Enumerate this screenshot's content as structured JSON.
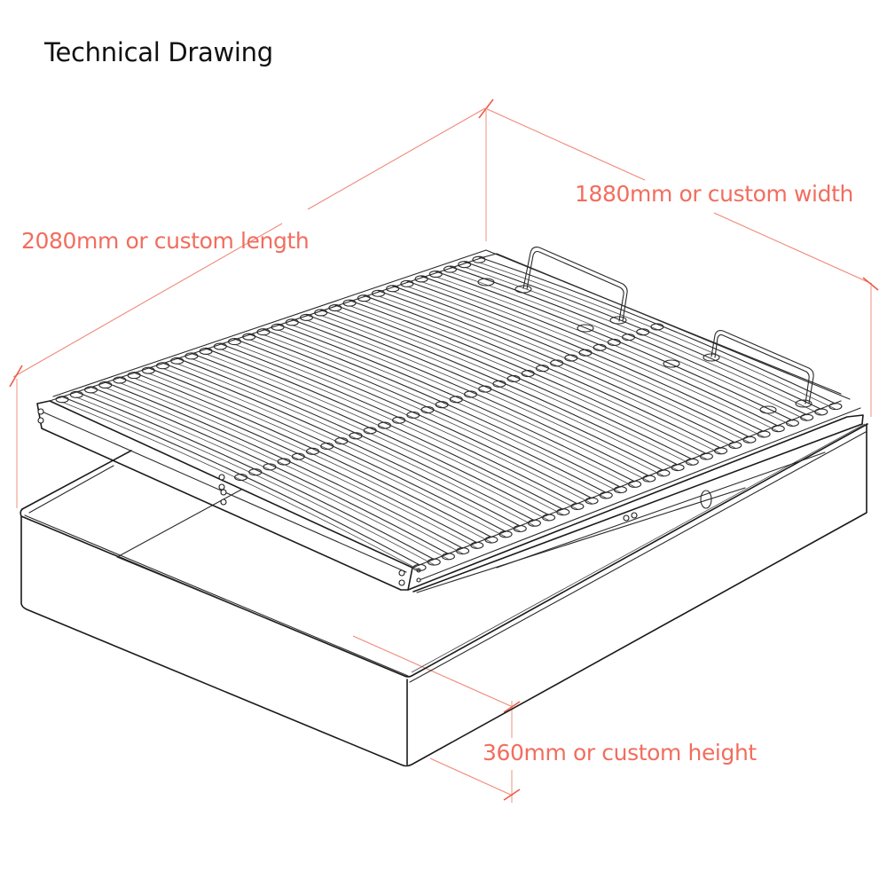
{
  "title": "Technical Drawing",
  "dimensions": {
    "width": {
      "value": "1880mm",
      "label": "1880mm or custom width"
    },
    "length": {
      "value": "2080mm",
      "label": "2080mm or custom length"
    },
    "height": {
      "value": "360mm",
      "label": "360mm or custom height"
    }
  },
  "colors": {
    "dimension_text": "#f26d5e",
    "dimension_line": "#f08878",
    "drawing_line": "#1a1a1a",
    "background": "#ffffff"
  },
  "drawing": {
    "subject": "ottoman storage bed with lifted slatted platform",
    "parts": [
      "storage-base-box",
      "slatted-lift-platform",
      "lift-handles",
      "gas-strut"
    ]
  }
}
